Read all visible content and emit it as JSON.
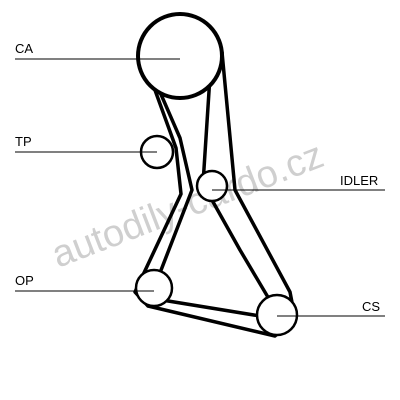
{
  "labels": {
    "ca": "CA",
    "tp": "TP",
    "idler": "IDLER",
    "op": "OP",
    "cs": "CS"
  },
  "watermark": "autodily-cardo.cz",
  "colors": {
    "line": "#000000",
    "watermark": "#cfcfcf",
    "background": "#ffffff"
  }
}
